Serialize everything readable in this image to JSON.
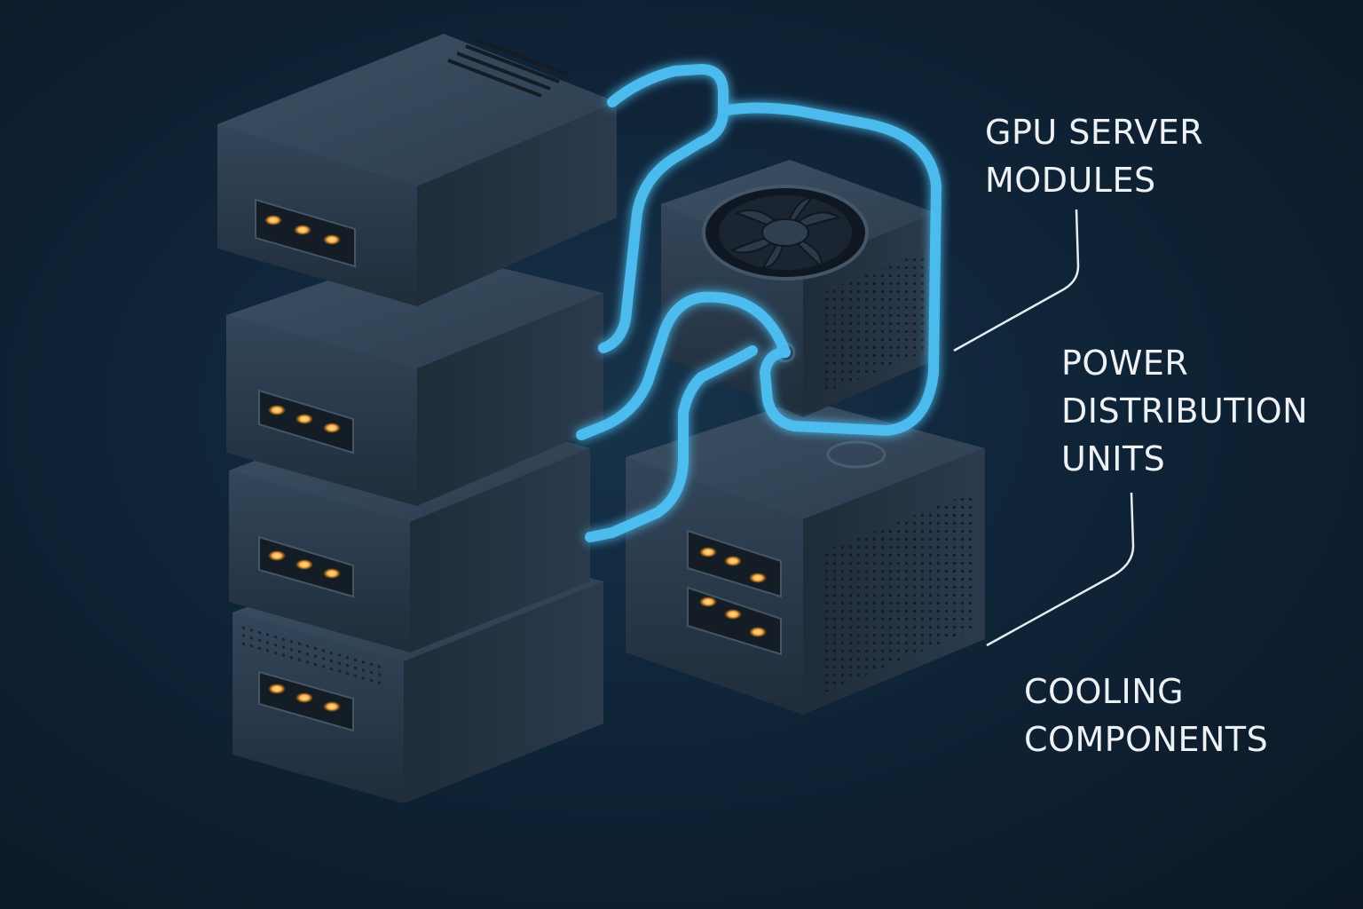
{
  "labels": {
    "gpu_server_modules": [
      "GPU SERVER",
      "MODULES"
    ],
    "power_distribution_units": [
      "POWER",
      "DISTRIBUTION",
      "UNITS"
    ],
    "cooling_components": [
      "COOLING",
      "COMPONENTS"
    ]
  },
  "colors": {
    "background": "#0d1a26",
    "module_body": "#2a3a4a",
    "module_side": "#1b2835",
    "module_top": "#3a4b5c",
    "coolant_tube": "#4fc3f7",
    "led": "#ffb347",
    "label_text": "#eef2f5",
    "leader_line": "#e6edf2"
  },
  "icons": {
    "fan": "fan-icon",
    "led_indicator": "led-indicator-icon"
  }
}
